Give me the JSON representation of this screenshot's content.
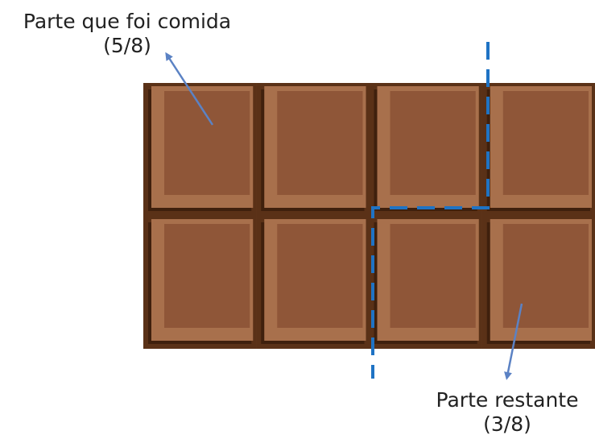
{
  "labels": {
    "eaten": {
      "title": "Parte que foi comida",
      "fraction": "(5/8)"
    },
    "remaining": {
      "title": "Parte restante",
      "fraction": "(3/8)"
    }
  },
  "chocolate": {
    "rows": 2,
    "columns": 4,
    "pieces_total": 8,
    "pieces_eaten": 5,
    "pieces_remaining": 3
  },
  "colors": {
    "chocolate_face": "#8f5638",
    "chocolate_groove": "#5a3117",
    "chocolate_shadow": "#3f200d",
    "chocolate_highlight": "#a8704c",
    "dashed_divider": "#1f73c4",
    "arrow": "#5b82c4",
    "text": "#222222"
  }
}
